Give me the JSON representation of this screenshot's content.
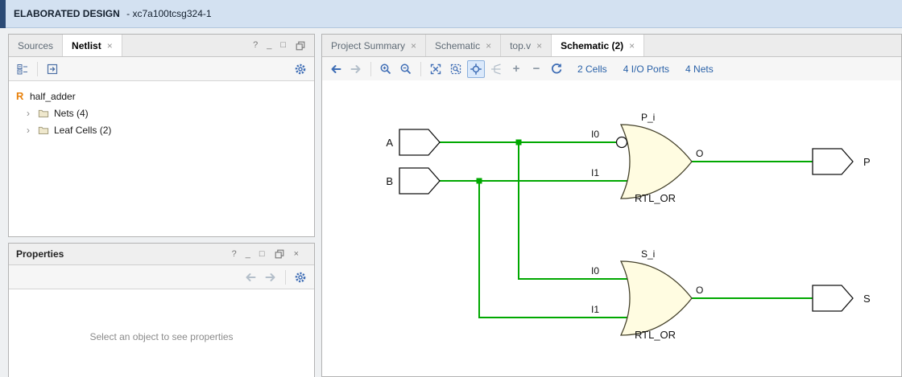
{
  "banner": {
    "mode": "ELABORATED DESIGN",
    "part": "- xc7a100tcsg324-1"
  },
  "glyphs": {
    "help": "?",
    "minimize": "_",
    "maximize": "□",
    "close": "×",
    "chevron": "›",
    "plus": "+",
    "minus": "−"
  },
  "colors": {
    "wire": "#00a800",
    "gate_fill": "#fffce1",
    "accent_link": "#2961a8",
    "icon_blue": "#3e6db5",
    "icon_gray": "#b4bfca",
    "banner_bg": "#d3e1f1",
    "banner_strip": "#2b4a75"
  },
  "netlist_panel": {
    "tabs": {
      "sources": "Sources",
      "netlist": "Netlist"
    },
    "tree": {
      "root_icon": "R",
      "root": "half_adder",
      "items": [
        {
          "label": "Nets (4)"
        },
        {
          "label": "Leaf Cells (2)"
        }
      ]
    }
  },
  "properties_panel": {
    "title": "Properties",
    "placeholder": "Select an object to see properties"
  },
  "editor": {
    "tabs": [
      {
        "label": "Project Summary"
      },
      {
        "label": "Schematic"
      },
      {
        "label": "top.v"
      },
      {
        "label": "Schematic (2)"
      }
    ],
    "stats": [
      {
        "label": "2 Cells"
      },
      {
        "label": "4 I/O Ports"
      },
      {
        "label": "4 Nets"
      }
    ],
    "schematic": {
      "ports": [
        {
          "label": "A"
        },
        {
          "label": "B"
        },
        {
          "label": "P"
        },
        {
          "label": "S"
        }
      ],
      "gates": [
        {
          "instance": "P_i",
          "type": "RTL_OR",
          "i0": "I0",
          "i1": "I1",
          "o": "O"
        },
        {
          "instance": "S_i",
          "type": "RTL_OR",
          "i0": "I0",
          "i1": "I1",
          "o": "O"
        }
      ]
    }
  }
}
